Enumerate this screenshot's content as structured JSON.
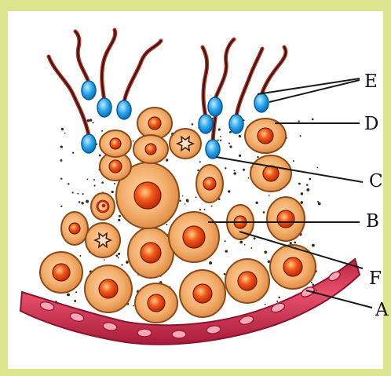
{
  "colors": {
    "page_background": "#dde58e",
    "panel_background": "#ffffff",
    "cell_fill": "#f0a864",
    "cell_outline": "#8a4a1a",
    "nucleus": "#e63c10",
    "nucleus_center": "#ffb070",
    "sperm_head": "#1c9be0",
    "sperm_tail_dark": "#2a1a1a",
    "sperm_tail_red": "#c03020",
    "vessel": "#e0405a",
    "vessel_dark": "#a81c3a",
    "leader_line": "#1a1a1a"
  },
  "labels": {
    "E": "E",
    "D": "D",
    "C": "C",
    "B": "B",
    "F": "F",
    "A": "A"
  }
}
